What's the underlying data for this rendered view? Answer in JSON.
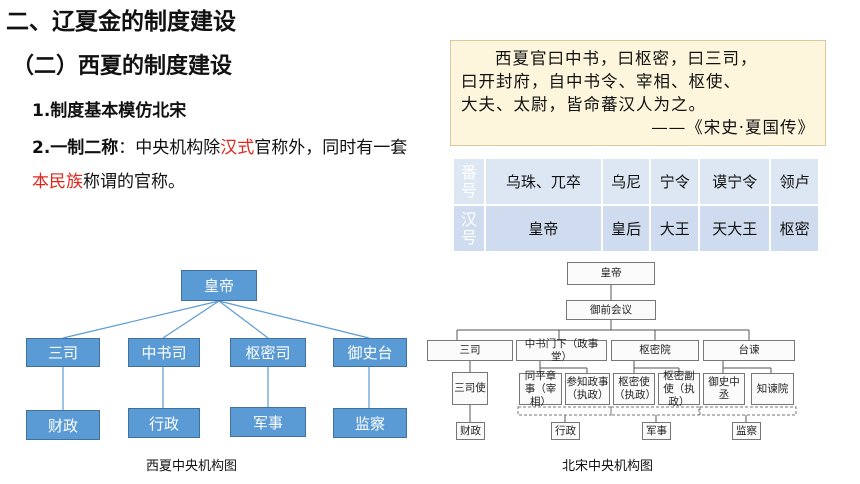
{
  "heading1": "二、辽夏金的制度建设",
  "heading2": "（二）西夏的制度建设",
  "point1": "1.制度基本模仿北宋",
  "point2": {
    "num": "2.",
    "bold": "一制二称",
    "text_a": "：中央机构除",
    "red_a": "汉式",
    "text_b": "官称外，同时有一套",
    "red_b": "本民族",
    "text_c": "称谓的官称。"
  },
  "quote": {
    "line1": "西夏官曰中书，曰枢密，曰三司，",
    "line2": "曰开封府，自中书令、宰相、枢使、",
    "line3": "大夫、太尉，皆命蕃汉人为之。",
    "source": "——《宋史·夏国传》"
  },
  "names_table": {
    "row1_header": "番号",
    "row1": [
      "乌珠、兀卒",
      "乌尼",
      "宁令",
      "谟宁令",
      "领卢"
    ],
    "row2_header": "汉号",
    "row2": [
      "皇帝",
      "皇后",
      "大王",
      "天大王",
      "枢密"
    ]
  },
  "xixia_chart": {
    "top": "皇帝",
    "mid": [
      "三司",
      "中书司",
      "枢密司",
      "御史台"
    ],
    "bottom": [
      "财政",
      "行政",
      "军事",
      "监察"
    ],
    "caption": "西夏中央机构图"
  },
  "song_chart": {
    "top": "皇帝",
    "second": "御前会议",
    "mid": [
      "三司",
      "中书门下（政事堂）",
      "枢密院",
      "台谏"
    ],
    "sub": [
      "三司使",
      "同平章事（宰相）",
      "参知政事（执政）",
      "枢密使（执政）",
      "枢密副使（执政）",
      "御史中丞",
      "知谏院"
    ],
    "bottom": [
      "财政",
      "行政",
      "军事",
      "监察"
    ],
    "caption": "北宋中央机构图"
  },
  "colors": {
    "accent_red": "#e0261b",
    "box_blue": "#5b9bd5",
    "header_blue": "#4472c4"
  }
}
